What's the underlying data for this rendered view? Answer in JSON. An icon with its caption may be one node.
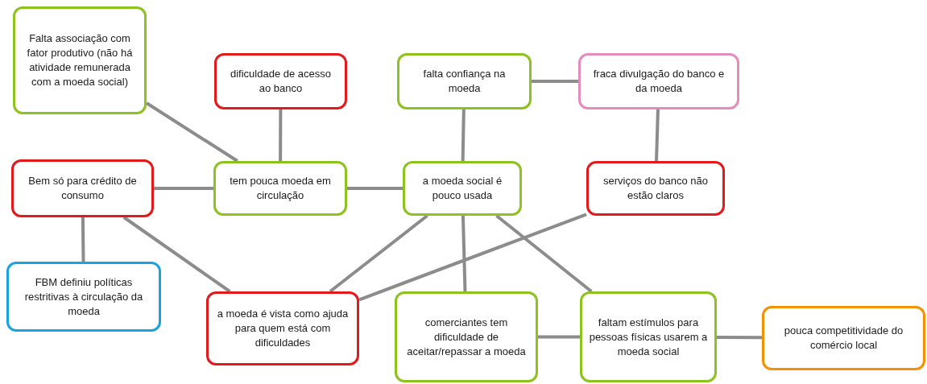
{
  "diagram": {
    "nodes": [
      {
        "text": [
          "Falta associação com fator produtivo (não há atividade remunerada com a moeda social)"
        ]
      },
      {
        "text": [
          "dificuldade de acesso ao banco"
        ]
      },
      {
        "text": [
          "falta confiança na moeda"
        ]
      },
      {
        "text": [
          "fraca divulgação do banco e da moeda"
        ]
      },
      {
        "text": [
          "Bem só para crédito de consumo"
        ]
      },
      {
        "text": [
          "tem pouca moeda em circulação"
        ]
      },
      {
        "text": [
          "a moeda social é pouco usada"
        ]
      },
      {
        "text": [
          "serviços do banco não estão claros"
        ]
      },
      {
        "text": [
          "FBM definiu políticas restritivas à circulação da moeda"
        ]
      },
      {
        "text": [
          "a moeda é vista como ajuda para quem está com dificuldades"
        ]
      },
      {
        "text": [
          "comerciantes tem dificuldade de aceitar/repassar a moeda"
        ]
      },
      {
        "text": [
          "faltam estímulos para pessoas físicas usarem a moeda social"
        ]
      },
      {
        "text": [
          "pouca competitividade do comércio local"
        ]
      }
    ],
    "edges": [
      {
        "from": 0,
        "to": 5,
        "arrow": "none"
      },
      {
        "from": 1,
        "to": 5,
        "arrow": "none"
      },
      {
        "from": 4,
        "to": 5,
        "arrow": "none"
      },
      {
        "from": 5,
        "to": 6,
        "arrow": "none"
      },
      {
        "from": 2,
        "to": 6,
        "arrow": "none"
      },
      {
        "from": 2,
        "to": 3,
        "arrow": "none"
      },
      {
        "from": 3,
        "to": 7,
        "arrow": "none"
      },
      {
        "from": 4,
        "to": 8,
        "arrow": "none"
      },
      {
        "from": 4,
        "to": 9,
        "arrow": "none"
      },
      {
        "from": 6,
        "to": 9,
        "arrow": "none"
      },
      {
        "from": 7,
        "to": 9,
        "arrow": "none"
      },
      {
        "from": 6,
        "to": 10,
        "arrow": "none"
      },
      {
        "from": 6,
        "to": 11,
        "arrow": "none"
      },
      {
        "from": 10,
        "to": 11,
        "arrow": "none"
      },
      {
        "from": 11,
        "to": 12,
        "arrow": "none"
      }
    ]
  }
}
